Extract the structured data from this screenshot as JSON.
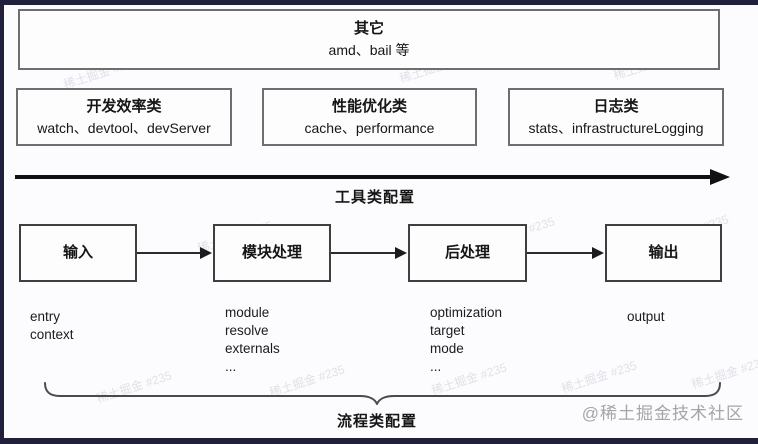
{
  "colors": {
    "frame_bar": "#20203d",
    "box_border": "#6e6e6e",
    "flow_box_border": "#3f3f3f",
    "arrow": "#111111",
    "text": "#161616",
    "credit_gray": "#a5a5a5",
    "faint_watermark": "#a89fb0"
  },
  "other_box": {
    "title": "其它",
    "subtitle": "amd、bail 等"
  },
  "tool_section": {
    "boxes": [
      {
        "title": "开发效率类",
        "subtitle": "watch、devtool、devServer"
      },
      {
        "title": "性能优化类",
        "subtitle": "cache、performance"
      },
      {
        "title": "日志类",
        "subtitle": "stats、infrastructureLogging"
      }
    ],
    "axis_label": "工具类配置"
  },
  "flow_section": {
    "stages": [
      {
        "label": "输入",
        "props": [
          "entry",
          "context"
        ]
      },
      {
        "label": "模块处理",
        "props": [
          "module",
          "resolve",
          "externals",
          "..."
        ]
      },
      {
        "label": "后处理",
        "props": [
          "optimization",
          "target",
          "mode",
          "..."
        ]
      },
      {
        "label": "输出",
        "props": [
          "output"
        ]
      }
    ],
    "group_label": "流程类配置"
  },
  "watermarks": {
    "credit": "@稀土掘金技术社区",
    "tile": "稀土掘金 #235"
  }
}
